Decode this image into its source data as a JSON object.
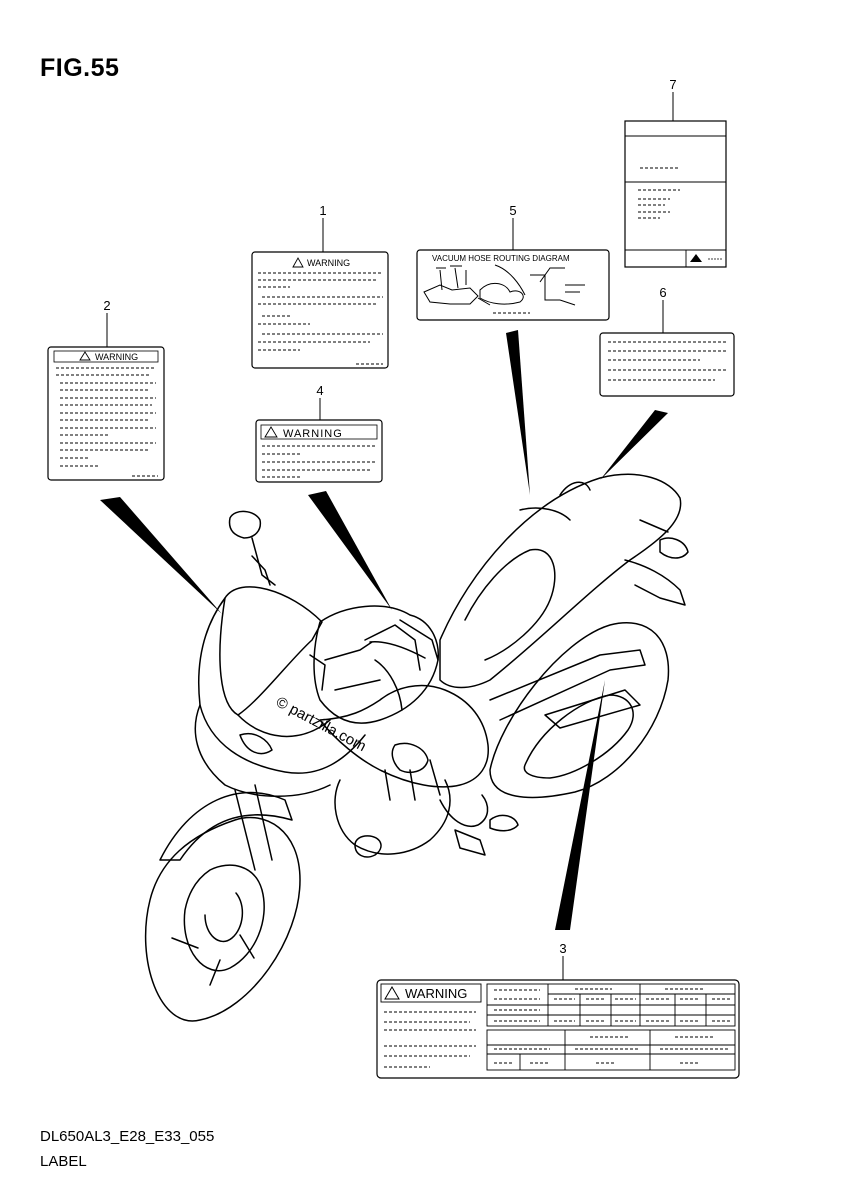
{
  "figure": {
    "title": "FIG.55"
  },
  "footer": {
    "model_code": "DL650AL3_E28_E33_055",
    "section_name": "LABEL"
  },
  "watermark": "© partzilla.com",
  "callouts": [
    {
      "id": "callout-1",
      "number": "1"
    },
    {
      "id": "callout-2",
      "number": "2"
    },
    {
      "id": "callout-3",
      "number": "3"
    },
    {
      "id": "callout-4",
      "number": "4"
    },
    {
      "id": "callout-5",
      "number": "5"
    },
    {
      "id": "callout-6",
      "number": "6"
    },
    {
      "id": "callout-7",
      "number": "7"
    }
  ],
  "labels": {
    "label_1_heading": "WARNING",
    "label_2_heading": "WARNING",
    "label_3_heading": "WARNING",
    "label_4_heading": "WARNING",
    "label_5_heading": "VACUUM HOSE ROUTING DIAGRAM"
  }
}
